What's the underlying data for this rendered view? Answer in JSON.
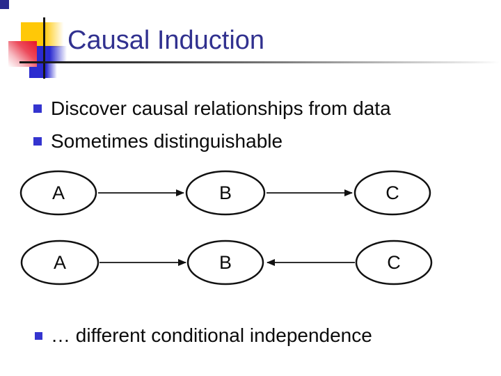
{
  "slide": {
    "title": "Causal Induction",
    "bullets": [
      "Discover causal relationships from data",
      "Sometimes distinguishable"
    ],
    "closing_bullet": "… different conditional independence"
  },
  "diagram": {
    "rows": [
      {
        "nodes": [
          "A",
          "B",
          "C"
        ],
        "edges": [
          {
            "from": "A",
            "to": "B"
          },
          {
            "from": "B",
            "to": "C"
          }
        ]
      },
      {
        "nodes": [
          "A",
          "B",
          "C"
        ],
        "edges": [
          {
            "from": "A",
            "to": "B"
          },
          {
            "from": "C",
            "to": "B"
          }
        ]
      }
    ]
  },
  "colors": {
    "title_text": "#31318F",
    "bullet_marker": "#3434CF",
    "body_text": "#0B0B0B",
    "logo_yellow": "#FFC807",
    "logo_red": "#E8192C",
    "logo_blue": "#2B2BD0",
    "logo_navy": "#2A2A8F",
    "node_stroke": "#111111"
  }
}
